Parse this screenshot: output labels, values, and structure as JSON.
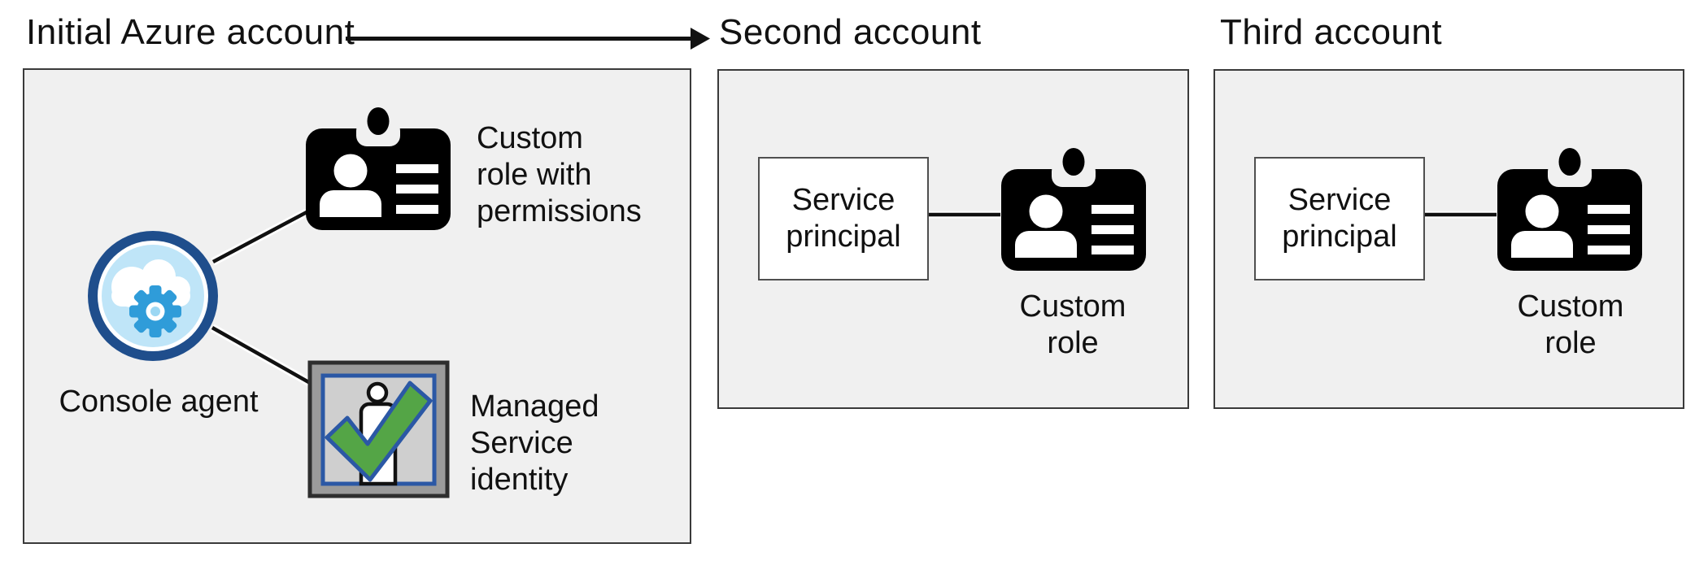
{
  "diagram": {
    "titles": {
      "initial": "Initial Azure account",
      "second": "Second account",
      "third": "Third account"
    },
    "initial_account": {
      "console_agent_label": "Console agent",
      "custom_role_lines": [
        "Custom",
        "role with",
        "permissions"
      ],
      "msi_lines": [
        "Managed",
        "Service",
        "identity"
      ]
    },
    "second_account": {
      "service_principal_lines": [
        "Service",
        "principal"
      ],
      "custom_role_lines": [
        "Custom",
        "role"
      ]
    },
    "third_account": {
      "service_principal_lines": [
        "Service",
        "principal"
      ],
      "custom_role_lines": [
        "Custom",
        "role"
      ]
    },
    "icons": {
      "console_agent": "cloud-gear-icon",
      "role_badge": "id-badge-icon",
      "managed_service_identity": "person-checkmark-icon",
      "flow": "arrow-right-icon"
    },
    "colors": {
      "box_fill": "#f0f0f0",
      "box_border": "#3a3a3a",
      "badge_black": "#000000",
      "ring_navy": "#1f4e8c",
      "ring_light_blue": "#bfe5f8",
      "gear_blue": "#2f9cd9",
      "msi_frame_gray": "#9b9b9b",
      "msi_inner_gray": "#cfcfcf",
      "msi_blue": "#2b58a5",
      "msi_green": "#54a546",
      "connector_black": "#111111"
    }
  }
}
